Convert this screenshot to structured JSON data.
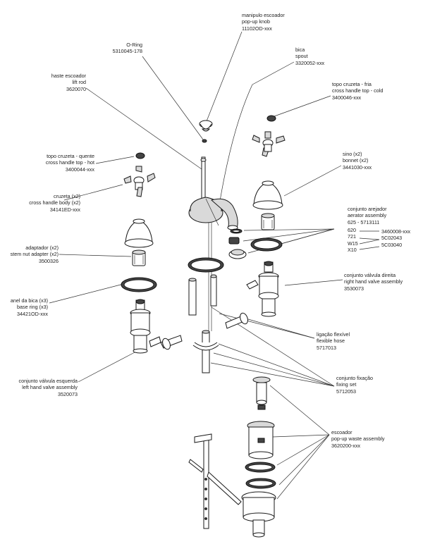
{
  "labels": {
    "popup_knob": {
      "l1": "manipulo escoador",
      "l2": "pop-up knob",
      "l3": "11102OD-xxx"
    },
    "oring": {
      "l1": "O-Ring",
      "l2": "5310045-178"
    },
    "spout": {
      "l1": "bica",
      "l2": "spout",
      "l3": "3320052-xxx"
    },
    "lift_rod": {
      "l1": "haste escoador",
      "l2": "lift rod",
      "l3": "3620070"
    },
    "handle_top_cold": {
      "l1": "topo cruzeta - fria",
      "l2": "cross handle top - cold",
      "l3": "3400046-xxx"
    },
    "handle_top_hot": {
      "l1": "topo cruzeta - quente",
      "l2": "cross handle top - hot",
      "l3": "3400044-xxx"
    },
    "bonnet": {
      "l1": "sino (x2)",
      "l2": "bonnet (x2)",
      "l3": "3441030-xxx"
    },
    "handle_body": {
      "l1": "cruzeta (x2)",
      "l2": "cross handle body (x2)",
      "l3": "34141ED-xxx"
    },
    "aerator": {
      "l1": "conjunto arejador",
      "l2": "aerator assembly",
      "l3": "625 - 5713111",
      "v1": "620",
      "v2": "721",
      "v3": "W15",
      "v4": "X10",
      "p1": "3460008-xxx",
      "p2": "5C02043",
      "p3": "5C03040"
    },
    "adapter": {
      "l1": "adaptador (x2)",
      "l2": "stem nut adapter (x2)",
      "l3": "3500326"
    },
    "right_valve": {
      "l1": "conjunto válvula direita",
      "l2": "right hand valve assembly",
      "l3": "3530073"
    },
    "base_ring": {
      "l1": "anel da bica (x3)",
      "l2": "base ring (x3)",
      "l3": "34421OD-xxx"
    },
    "hose": {
      "l1": "ligação flexível",
      "l2": "flexible hose",
      "l3": "5717013"
    },
    "left_valve": {
      "l1": "conjunto válvula esquerda",
      "l2": "left hand valve assembly",
      "l3": "3520073"
    },
    "fixing": {
      "l1": "conjunto fixação",
      "l2": "fixing set",
      "l3": "5712053"
    },
    "waste": {
      "l1": "escoador",
      "l2": "pop-up waste assembly",
      "l3": "3620200-xxx"
    }
  }
}
